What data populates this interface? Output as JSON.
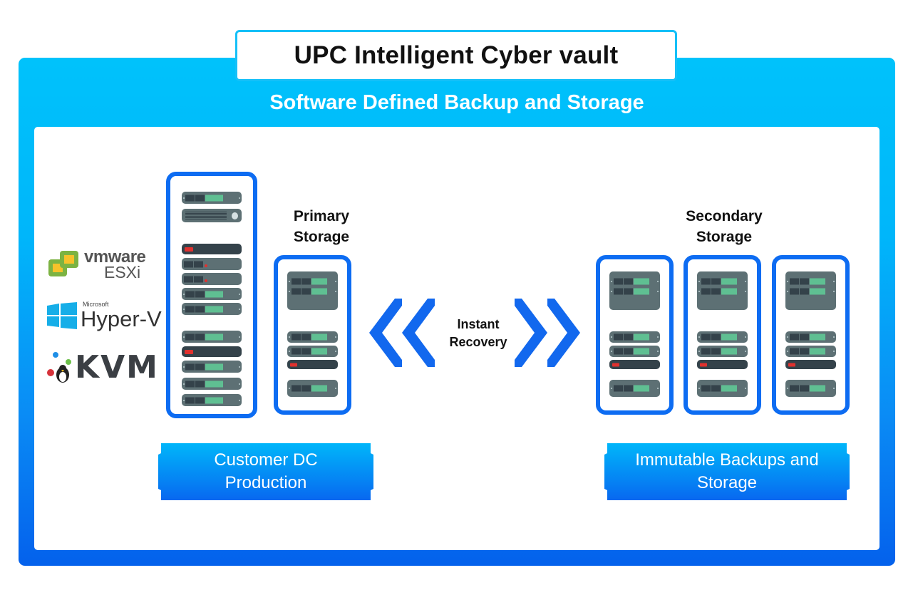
{
  "header": {
    "title": "UPC Intelligent Cyber vault",
    "subtitle": "Software Defined Backup and Storage"
  },
  "hypervisors": [
    {
      "name": "vmware-esxi",
      "brand": "vmware",
      "product": "ESXi",
      "icon": "vmware-logo-icon"
    },
    {
      "name": "microsoft-hyper-v",
      "vendor": "Microsoft",
      "product": "Hyper-V",
      "icon": "windows-logo-icon"
    },
    {
      "name": "kvm",
      "product": "KVM",
      "icon": "tux-penguin-icon"
    }
  ],
  "labels": {
    "primary_storage": [
      "Primary",
      "Storage"
    ],
    "secondary_storage": [
      "Secondary",
      "Storage"
    ],
    "instant_recovery": [
      "Instant",
      "Recovery"
    ]
  },
  "captions": {
    "customer_dc": [
      "Customer DC",
      "Production"
    ],
    "immutable_backups": [
      "Immutable Backups and",
      "Storage"
    ]
  },
  "colors": {
    "frame_top": "#00c2fb",
    "frame_bottom": "#0461ec",
    "rack_border": "#0d6cf2",
    "server_body": "#5d7074",
    "server_dark": "#34424a",
    "server_green": "#5fbf92",
    "server_red": "#e0312f",
    "arrow": "#1268ee"
  }
}
